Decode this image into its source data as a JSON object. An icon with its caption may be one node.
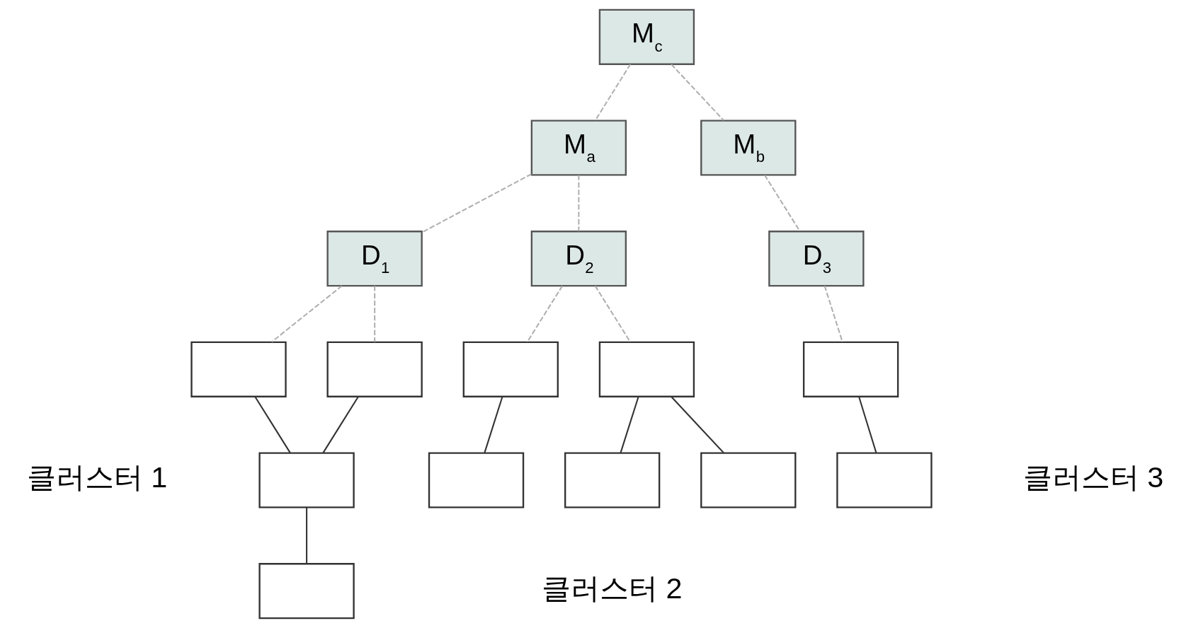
{
  "diagram": {
    "nodes": [
      {
        "text": [
          "M$_{c}$"
        ]
      },
      {
        "text": [
          "M$_{a}$"
        ]
      },
      {
        "text": [
          "M$_{b}$"
        ]
      },
      {
        "text": [
          "D$_{1}$"
        ]
      },
      {
        "text": [
          "D$_{2}$"
        ]
      },
      {
        "text": [
          "D$_{3}$"
        ]
      },
      {
        "text": [],
        "shape": "box"
      },
      {
        "text": [],
        "shape": "box"
      },
      {
        "text": [],
        "shape": "box"
      },
      {
        "text": [],
        "shape": "box"
      },
      {
        "text": [],
        "shape": "box"
      },
      {
        "text": [],
        "shape": "box"
      },
      {
        "text": [],
        "shape": "box"
      },
      {
        "text": [],
        "shape": "box"
      },
      {
        "text": [],
        "shape": "box"
      },
      {
        "text": [],
        "shape": "box"
      },
      {
        "text": [],
        "shape": "box"
      }
    ],
    "edges": [
      {
        "from": 0,
        "to": 1,
        "arrow": "none",
        "style": "dashed"
      },
      {
        "from": 0,
        "to": 2,
        "arrow": "none",
        "style": "dashed"
      },
      {
        "from": 1,
        "to": 3,
        "arrow": "none",
        "style": "dashed"
      },
      {
        "from": 1,
        "to": 4,
        "arrow": "none",
        "style": "dashed"
      },
      {
        "from": 2,
        "to": 5,
        "arrow": "none",
        "style": "dashed"
      },
      {
        "from": 3,
        "to": 6,
        "arrow": "none",
        "style": "dashed"
      },
      {
        "from": 3,
        "to": 7,
        "arrow": "none",
        "style": "dashed"
      },
      {
        "from": 4,
        "to": 8,
        "arrow": "none",
        "style": "dashed"
      },
      {
        "from": 4,
        "to": 9,
        "arrow": "none",
        "style": "dashed"
      },
      {
        "from": 5,
        "to": 10,
        "arrow": "none",
        "style": "dashed"
      },
      {
        "from": 6,
        "to": 11,
        "arrow": "none",
        "color": "#333333"
      },
      {
        "from": 7,
        "to": 11,
        "arrow": "none",
        "color": "#333333"
      },
      {
        "from": 11,
        "to": 16,
        "arrow": "none",
        "color": "#333333"
      },
      {
        "from": 8,
        "to": 12,
        "arrow": "none",
        "color": "#333333"
      },
      {
        "from": 9,
        "to": 13,
        "arrow": "none",
        "color": "#333333"
      },
      {
        "from": 9,
        "to": 14,
        "arrow": "none",
        "color": "#333333"
      },
      {
        "from": 10,
        "to": 15,
        "arrow": "none",
        "color": "#333333"
      }
    ],
    "labels": [
      "클러스터 1",
      "클러스터 2",
      "클러스터 3"
    ]
  }
}
